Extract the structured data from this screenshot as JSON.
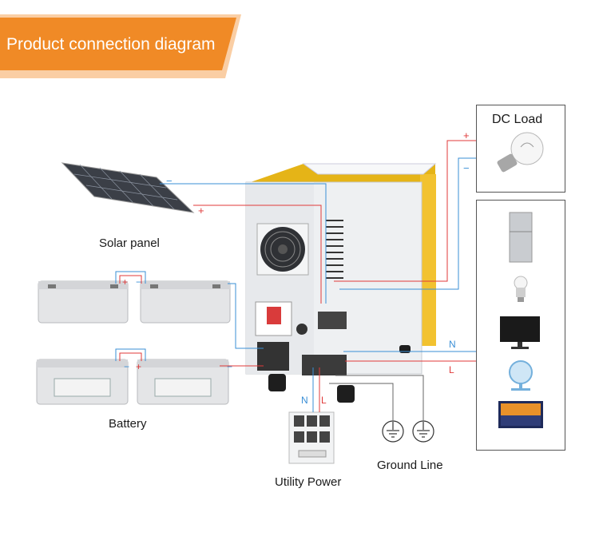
{
  "banner": {
    "title": "Product connection diagram",
    "color": "#f08a26",
    "accent_color": "#f5a65a"
  },
  "labels": {
    "dc_load": "DC Load",
    "solar_panel": "Solar panel",
    "battery": "Battery",
    "utility_power": "Utility Power",
    "ground_line": "Ground Line"
  },
  "polarity": {
    "plus": "+",
    "minus": "−"
  },
  "phase": {
    "neutral": "N",
    "line": "L"
  },
  "ac_loads": [
    "refrigerator",
    "light-bulb",
    "monitor",
    "electric-fan",
    "television"
  ],
  "colors": {
    "positive_wire": "#e03a3a",
    "negative_wire": "#3a8fd6",
    "ground_wire": "#666666",
    "inverter_body": "#eef0f2",
    "inverter_accent": "#f2c230"
  }
}
